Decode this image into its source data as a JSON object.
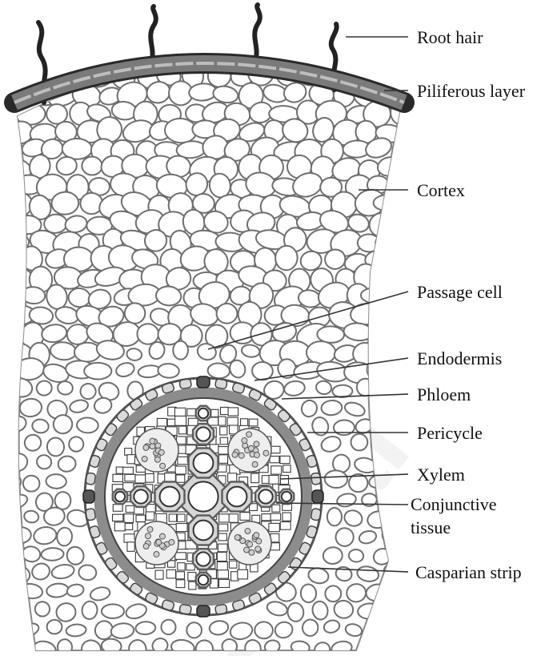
{
  "diagram": {
    "labels": {
      "root_hair": "Root hair",
      "piliferous_layer": "Piliferous layer",
      "cortex": "Cortex",
      "passage_cell": "Passage cell",
      "endodermis": "Endodermis",
      "phloem": "Phloem",
      "pericycle": "Pericycle",
      "xylem": "Xylem",
      "conjunctive_line1": "Conjunctive",
      "conjunctive_line2": "tissue",
      "casparian_strip": "Casparian strip"
    },
    "watermark": "Salai"
  },
  "colors": {
    "outline": "#6e6e6e",
    "cell_fill": "#ffffff",
    "epidermis": "#7a7a7a",
    "endodermis_cell": "#d9d9d9",
    "pericycle_band": "#8c8c8c",
    "passage_cell": "#555555",
    "xylem_ring": "#5e5e5e",
    "leader_line": "#333333"
  }
}
